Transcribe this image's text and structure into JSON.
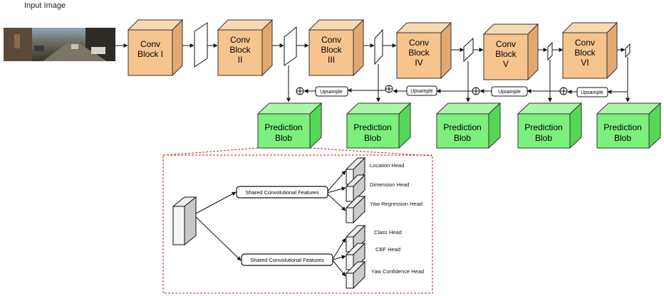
{
  "input_label": "Input Image",
  "conv_blocks": [
    {
      "line1": "Conv",
      "line2": "Block I"
    },
    {
      "line1": "Conv",
      "line2": "Block",
      "line3": "II"
    },
    {
      "line1": "Conv",
      "line2": "Block",
      "line3": "III"
    },
    {
      "line1": "Conv",
      "line2": "Block",
      "line3": "IV"
    },
    {
      "line1": "Conv",
      "line2": "Block",
      "line3": "V"
    },
    {
      "line1": "Conv",
      "line2": "Block",
      "line3": "VI"
    }
  ],
  "upsample_label": "Upsample",
  "prediction_blob": {
    "line1": "Prediction",
    "line2": "Blob"
  },
  "shared_features_label": "Shared Convolutional Features",
  "top_heads": [
    "Location Head",
    "Dimension Head",
    "Yaw Regression Head"
  ],
  "bottom_heads": [
    "Class Head",
    "CBF  Head",
    "Yaw Confidence Head"
  ],
  "colors": {
    "conv_front": "#f7c48e",
    "conv_top": "#f9d9b4",
    "conv_side": "#e3a870",
    "blob_front": "#7cf07c",
    "blob_top": "#aaf7aa",
    "blob_side": "#55d855",
    "dashed_border": "#cc2222"
  }
}
